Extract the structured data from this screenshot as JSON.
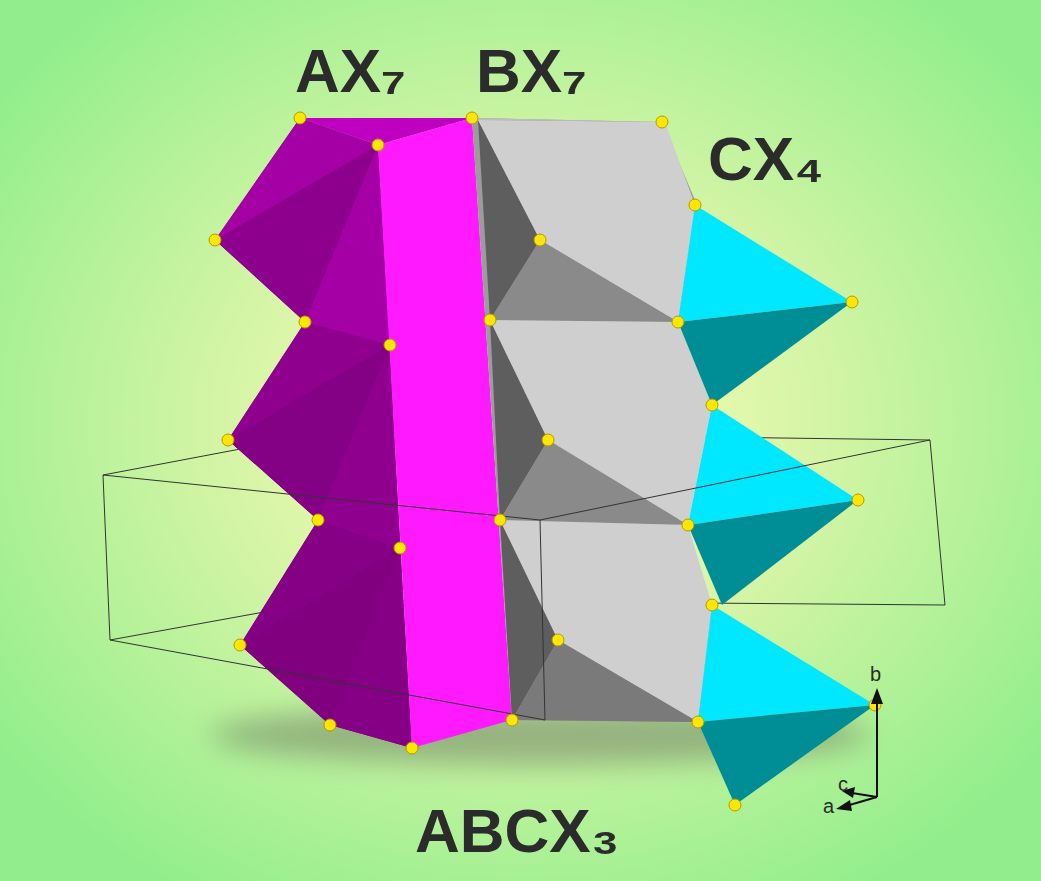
{
  "diagram": {
    "labels": [
      "AX₇",
      "BX₇",
      "CX₄",
      "ABCX₃",
      "b",
      "c",
      "a"
    ]
  }
}
